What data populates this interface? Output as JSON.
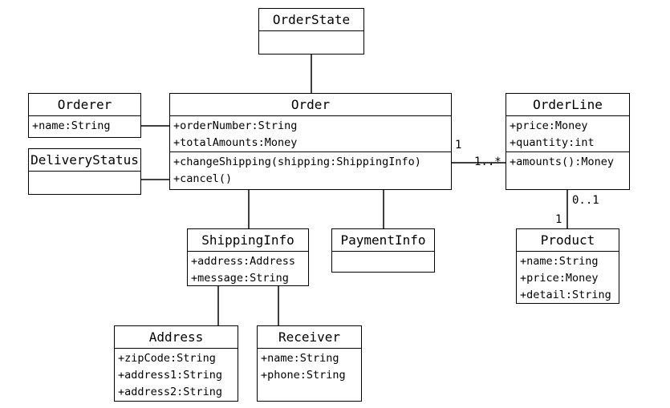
{
  "classes": {
    "order_state": {
      "name": "OrderState",
      "attributes": [],
      "operations": []
    },
    "orderer": {
      "name": "Orderer",
      "attributes": [
        "+name:String"
      ],
      "operations": []
    },
    "delivery_status": {
      "name": "DeliveryStatus",
      "attributes": [],
      "operations": []
    },
    "order": {
      "name": "Order",
      "attributes": [
        "+orderNumber:String",
        "+totalAmounts:Money"
      ],
      "operations": [
        "+changeShipping(shipping:ShippingInfo)",
        "+cancel()"
      ]
    },
    "order_line": {
      "name": "OrderLine",
      "attributes": [
        "+price:Money",
        "+quantity:int"
      ],
      "operations": [
        "+amounts():Money"
      ]
    },
    "shipping_info": {
      "name": "ShippingInfo",
      "attributes": [
        "+address:Address",
        "+message:String"
      ],
      "operations": []
    },
    "payment_info": {
      "name": "PaymentInfo",
      "attributes": [],
      "operations": []
    },
    "product": {
      "name": "Product",
      "attributes": [
        "+name:String",
        "+price:Money",
        "+detail:String"
      ],
      "operations": []
    },
    "address": {
      "name": "Address",
      "attributes": [
        "+zipCode:String",
        "+address1:String",
        "+address2:String"
      ],
      "operations": []
    },
    "receiver": {
      "name": "Receiver",
      "attributes": [
        "+name:String",
        "+phone:String"
      ],
      "operations": []
    }
  },
  "multiplicities": {
    "order_side": "1",
    "orderline_side": "1..*",
    "orderline_to_product": "0..1",
    "product_side": "1"
  }
}
